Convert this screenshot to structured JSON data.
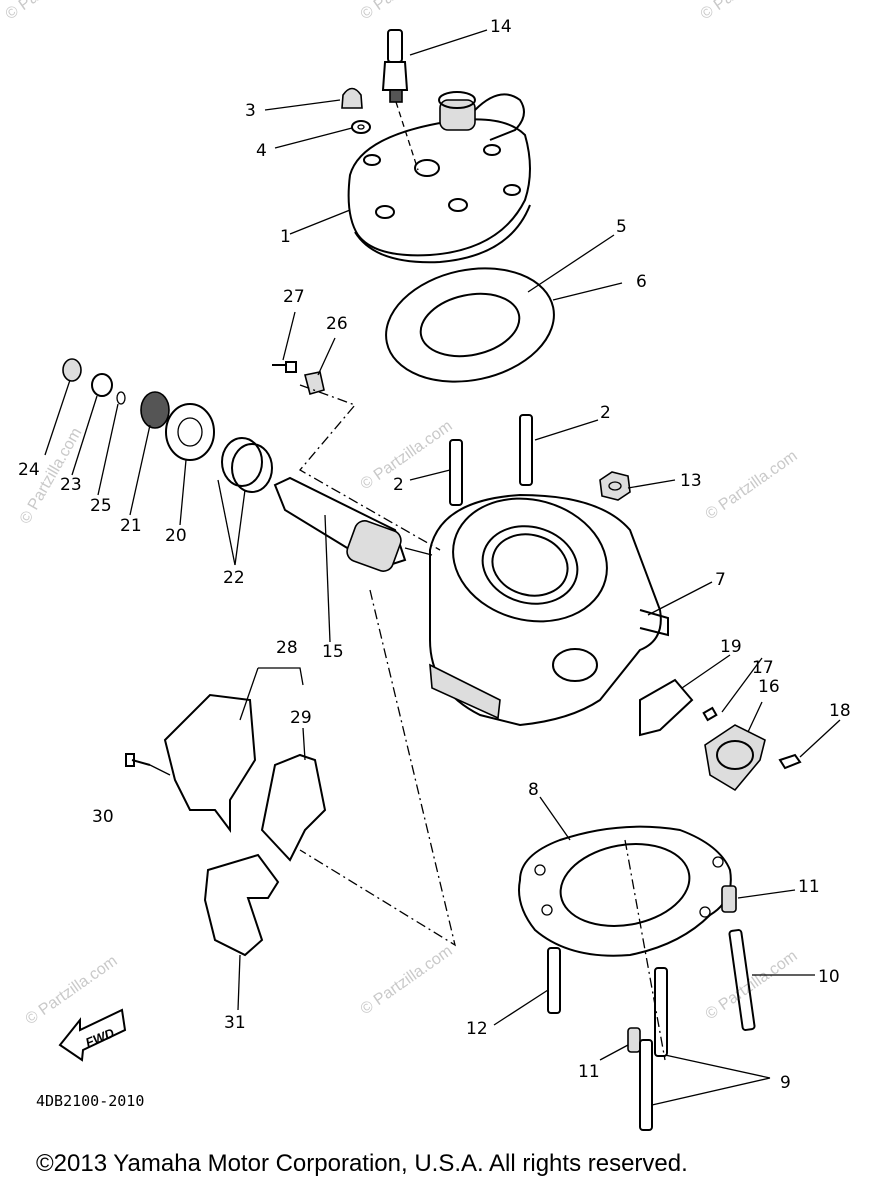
{
  "diagram": {
    "drawing_code": "4DB2100-2010",
    "copyright": "©2013 Yamaha Motor Corporation, U.S.A. All rights reserved.",
    "fwd_label": "FWD",
    "watermark": "© Partzilla.com",
    "callouts": [
      "1",
      "2",
      "2",
      "3",
      "4",
      "5",
      "6",
      "7",
      "8",
      "9",
      "10",
      "11",
      "11",
      "12",
      "13",
      "14",
      "15",
      "16",
      "17",
      "18",
      "19",
      "20",
      "21",
      "22",
      "23",
      "24",
      "25",
      "26",
      "27",
      "28",
      "29",
      "30",
      "31"
    ]
  }
}
